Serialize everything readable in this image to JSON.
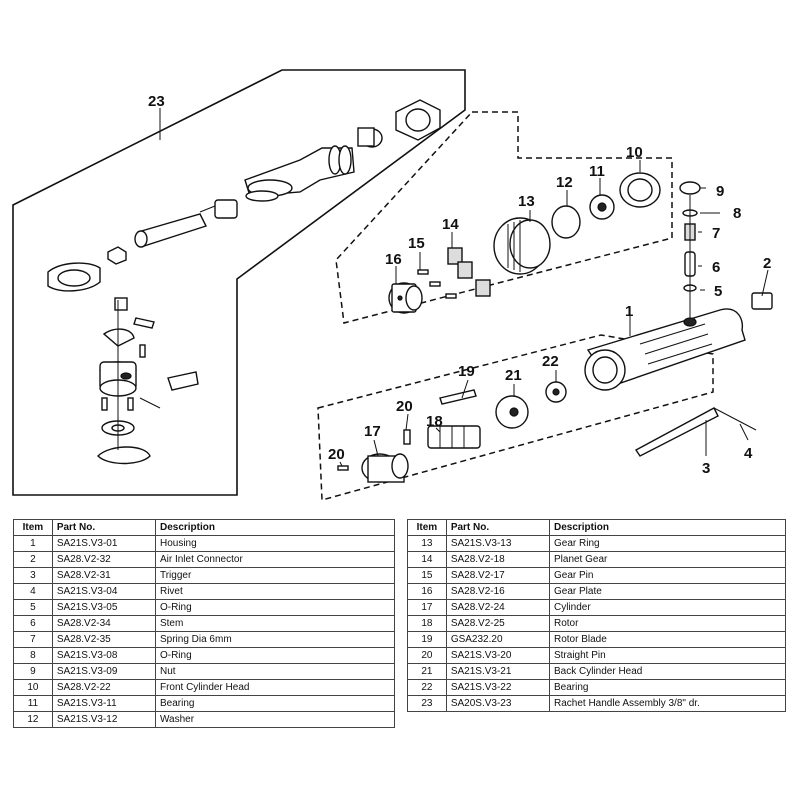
{
  "callouts": {
    "c1": "1",
    "c2": "2",
    "c3": "3",
    "c4": "4",
    "c5": "5",
    "c6": "6",
    "c7": "7",
    "c8": "8",
    "c9": "9",
    "c10": "10",
    "c11": "11",
    "c12": "12",
    "c13": "13",
    "c14": "14",
    "c15": "15",
    "c16": "16",
    "c17": "17",
    "c18": "18",
    "c19": "19",
    "c20a": "20",
    "c20b": "20",
    "c21": "21",
    "c22": "22",
    "c23": "23"
  },
  "table": {
    "headers": [
      "Item",
      "Part No.",
      "Description"
    ],
    "left": [
      [
        "1",
        "SA21S.V3-01",
        "Housing"
      ],
      [
        "2",
        "SA28.V2-32",
        "Air Inlet Connector"
      ],
      [
        "3",
        "SA28.V2-31",
        "Trigger"
      ],
      [
        "4",
        "SA21S.V3-04",
        "Rivet"
      ],
      [
        "5",
        "SA21S.V3-05",
        "O-Ring"
      ],
      [
        "6",
        "SA28.V2-34",
        "Stem"
      ],
      [
        "7",
        "SA28.V2-35",
        "Spring Dia 6mm"
      ],
      [
        "8",
        "SA21S.V3-08",
        "O-Ring"
      ],
      [
        "9",
        "SA21S.V3-09",
        "Nut"
      ],
      [
        "10",
        "SA28.V2-22",
        "Front Cylinder Head"
      ],
      [
        "11",
        "SA21S.V3-11",
        "Bearing"
      ],
      [
        "12",
        "SA21S.V3-12",
        "Washer"
      ]
    ],
    "right": [
      [
        "13",
        "SA21S.V3-13",
        "Gear Ring"
      ],
      [
        "14",
        "SA28.V2-18",
        "Planet Gear"
      ],
      [
        "15",
        "SA28.V2-17",
        "Gear Pin"
      ],
      [
        "16",
        "SA28.V2-16",
        "Gear Plate"
      ],
      [
        "17",
        "SA28.V2-24",
        "Cylinder"
      ],
      [
        "18",
        "SA28.V2-25",
        "Rotor"
      ],
      [
        "19",
        "GSA232.20",
        "Rotor Blade"
      ],
      [
        "20",
        "SA21S.V3-20",
        "Straight Pin"
      ],
      [
        "21",
        "SA21S.V3-21",
        "Back Cylinder Head"
      ],
      [
        "22",
        "SA21S.V3-22",
        "Bearing"
      ],
      [
        "23",
        "SA20S.V3-23",
        "Rachet Handle Assembly 3/8\" dr."
      ]
    ]
  }
}
